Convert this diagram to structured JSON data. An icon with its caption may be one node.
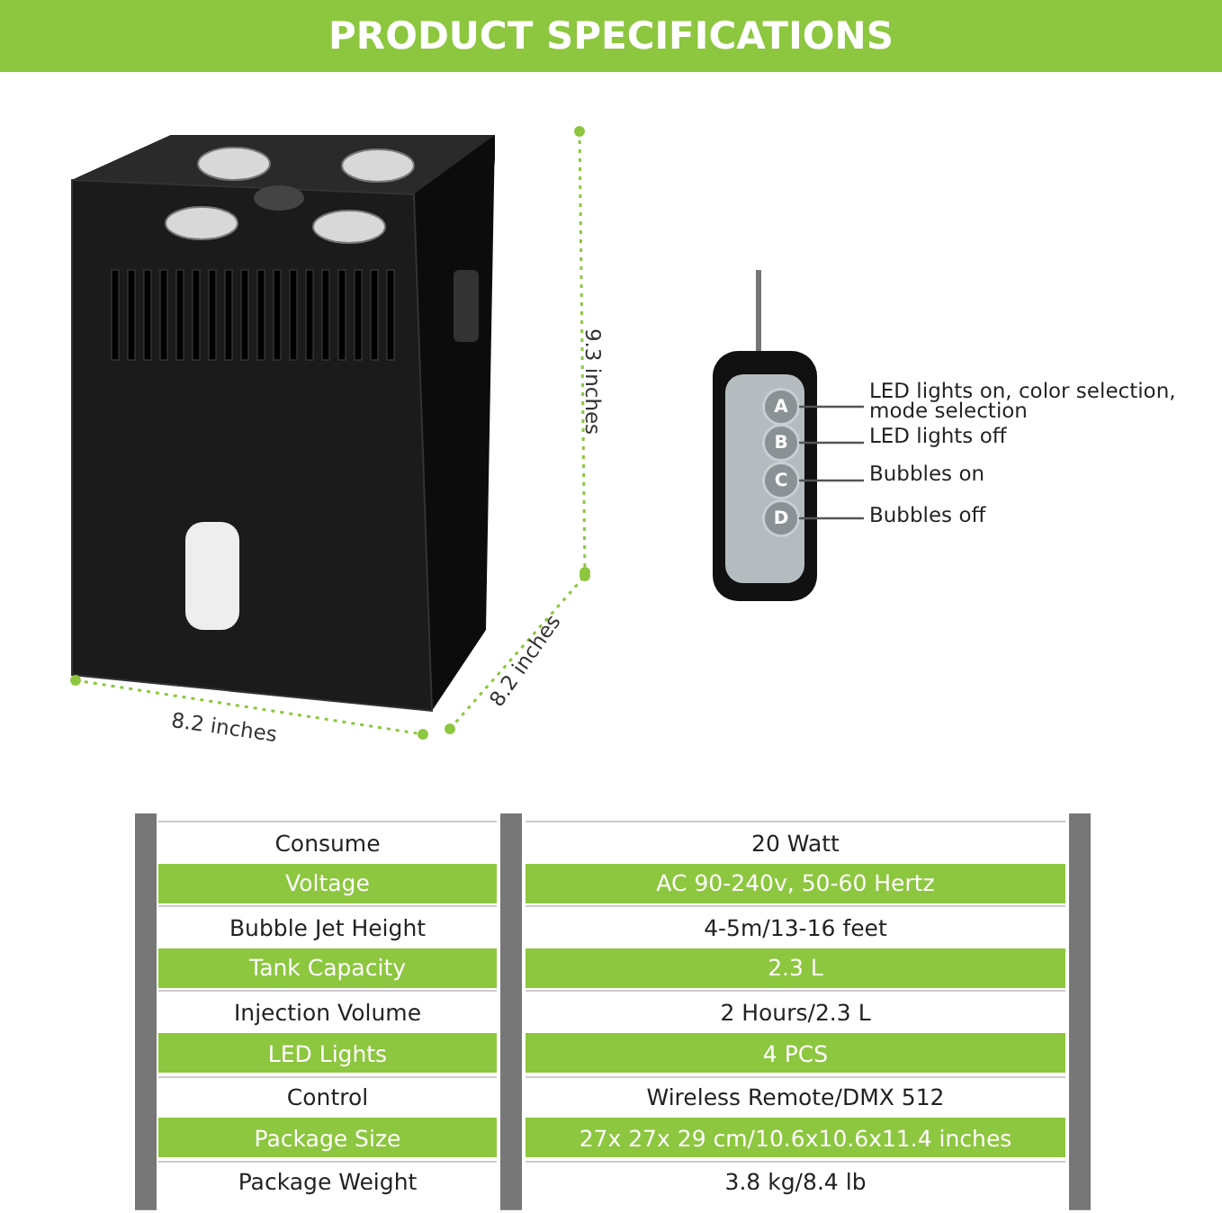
{
  "diagram": {
    "title": "PRODUCT SPECIFICATIONS",
    "nodes": [
      {
        "text": [],
        "shape": "picture"
      },
      {
        "text": [
          "A"
        ],
        "in": 0
      },
      {
        "text": [
          "B"
        ],
        "in": 0
      },
      {
        "text": [
          "C"
        ],
        "in": 0
      },
      {
        "text": [
          "D"
        ],
        "in": 0
      },
      {
        "text": [
          "LED lights on, color selection, mode selection"
        ]
      },
      {
        "text": [
          "LED lights off"
        ]
      },
      {
        "text": [
          "Bubbles on"
        ]
      },
      {
        "text": [
          "Bubbles off"
        ]
      }
    ],
    "edges": [
      {
        "from": 1,
        "to": 5,
        "arrow": "none"
      },
      {
        "from": 2,
        "to": 6,
        "arrow": "none"
      },
      {
        "from": 3,
        "to": 7,
        "arrow": "none"
      },
      {
        "from": 4,
        "to": 8,
        "arrow": "none"
      }
    ],
    "labels": [
      "9.3 inches",
      "8.2 inches",
      "8.2 inches",
      "Consume",
      "20 Watt",
      "Voltage",
      "AC 90-240v, 50-60 Hertz",
      "Bubble Jet Height",
      "4-5m/13-16 feet",
      "Tank Capacity",
      "2.3 L",
      "Injection Volume",
      "2 Hours/2.3 L",
      "LED Lights",
      "4 PCS",
      "Control",
      "Wireless Remote/DMX 512",
      "Package Size",
      "27x 27x 29 cm/10.6x10.6x11.4 inches",
      "Package Weight",
      "3.8 kg/8.4 lb"
    ]
  }
}
